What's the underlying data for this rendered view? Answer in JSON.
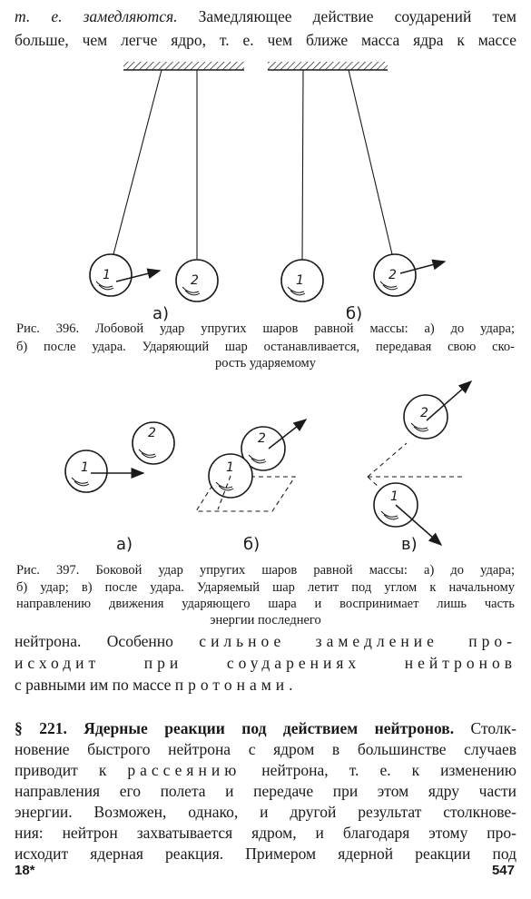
{
  "top_text": {
    "line1_italic": "т. е. замедляются.",
    "line1_rest": " Замедляющее действие соударений тем",
    "line2": "больше, чем легче ядро, т. е. чем ближе масса ядра к массе"
  },
  "fig396": {
    "label_a": "а)",
    "label_b": "б)",
    "ball1": "1",
    "ball2": "2",
    "caption": [
      "Рис. 396. Лобовой удар упругих шаров равной массы: а) до удара;",
      "б) после удара. Ударяющий шар останавливается, передавая свою ско-",
      "рость ударяемому"
    ]
  },
  "fig397": {
    "label_a": "а)",
    "label_b": "б)",
    "label_c": "в)",
    "ball1": "1",
    "ball2": "2",
    "caption": [
      "Рис. 397. Боковой удар упругих шаров равной массы: а) до удара;",
      "б) удар; в) после удара. Ударяемый шар летит под углом к начальному",
      "направлению движения ударяющего шара и воспринимает лишь часть",
      "энергии последнего"
    ]
  },
  "para1": {
    "l1_a": "нейтрона. Особенно ",
    "l1_b": "сильное замедление про-",
    "l2": "исходит при соударениях нейтронов",
    "l3_a": "с равными им по массе ",
    "l3_b": "протонами."
  },
  "section": {
    "heading": "§ 221. Ядерные реакции под действием нейтронов.",
    "l1_rest": " Столк-",
    "l2": "новение быстрого нейтрона с ядром в большинстве случаев",
    "l3_a": "приводит к ",
    "l3_b": "рассеянию",
    "l3_c": " нейтрона, т. е. к изменению",
    "l4": "направления его полета и передаче при этом ядру части",
    "l5": "энергии. Возможен, однако, и другой результат столкнове-",
    "l6": "ния: нейтрон захватывается ядром, и благодаря этому про-",
    "l7": "исходит ядерная реакция. Примером ядерной реакции под"
  },
  "footer": {
    "left": "18*",
    "right": "547"
  }
}
